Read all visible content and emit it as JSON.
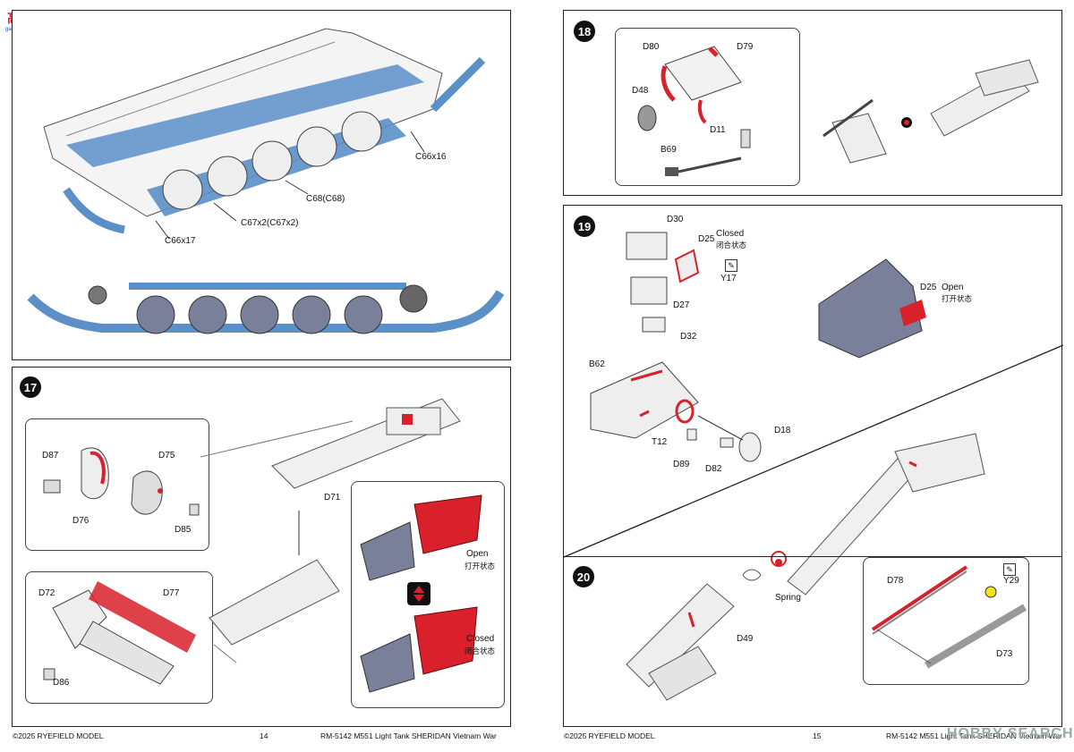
{
  "watermark_logo": {
    "chars": "高玩",
    "url": "gao-wan.com"
  },
  "top_left": {
    "labels": {
      "c66x16": "C66x16",
      "c68": "C68(C68)",
      "c67": "C67x2(C67x2)",
      "c66x17": "C66x17"
    }
  },
  "step17": {
    "number": "17",
    "labels": {
      "d87": "D87",
      "d75": "D75",
      "d76": "D76",
      "d85": "D85",
      "d71": "D71",
      "d72": "D72",
      "d77": "D77",
      "d86": "D86",
      "open": "Open",
      "open_cn": "打开状态",
      "closed": "Closed",
      "closed_cn": "闭合状态"
    }
  },
  "step18": {
    "number": "18",
    "labels": {
      "d80": "D80",
      "d79": "D79",
      "d48": "D48",
      "d11": "D11",
      "b69": "B69"
    }
  },
  "step19": {
    "number": "19",
    "labels": {
      "d30": "D30",
      "d25": "D25",
      "closed": "Closed",
      "closed_cn": "闭合状态",
      "y17": "Y17",
      "d27": "D27",
      "d32": "D32",
      "b62": "B62",
      "t12": "T12",
      "d89": "D89",
      "d82": "D82",
      "d18": "D18",
      "d25_open": "D25",
      "open": "Open",
      "open_cn": "打开状态"
    }
  },
  "step20": {
    "number": "20",
    "labels": {
      "spring": "Spring",
      "d49": "D49",
      "d78": "D78",
      "y29": "Y29",
      "d73": "D73"
    }
  },
  "footer_left": {
    "brand": "©2025 RYEFIELD MODEL",
    "page": "14",
    "title": "RM-5142 M551 Light Tank SHERIDAN Vietnam War"
  },
  "footer_right": {
    "brand": "©2025 RYEFIELD MODEL",
    "page": "15",
    "title": "RM-5142 M551 Light Tank SHERIDAN Vietnam War"
  },
  "hobby_search": "HOBBY SEARCH",
  "colors": {
    "red": "#d9202b",
    "blue": "#5b8fc8",
    "gray": "#7a7f9a",
    "line": "#333333"
  }
}
